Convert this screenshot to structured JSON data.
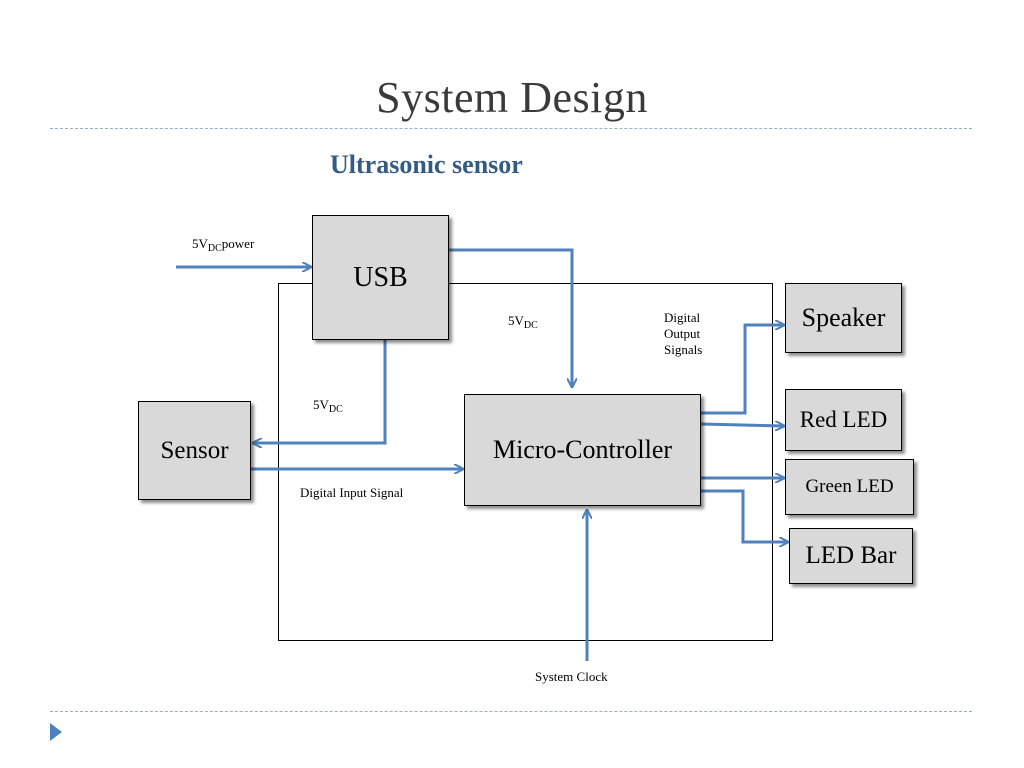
{
  "slide": {
    "title": "System Design",
    "subtitle": "Ultrasonic sensor"
  },
  "blocks": {
    "usb": "USB",
    "sensor": "Sensor",
    "micro": "Micro-Controller",
    "speaker": "Speaker",
    "red_led": "Red LED",
    "green_led": "Green LED",
    "led_bar": "LED Bar"
  },
  "labels": {
    "power_in": {
      "v": "5V",
      "sub": "DC",
      "rest": "power"
    },
    "usb_to_mcu": {
      "v": "5V",
      "sub": "DC"
    },
    "usb_to_sensor": {
      "v": "5V",
      "sub": "DC"
    },
    "digital_output": [
      "Digital",
      "Output",
      "Signals"
    ],
    "digital_input": "Digital Input Signal",
    "system_clock": "System Clock"
  },
  "colors": {
    "arrow": "#4f81bd",
    "block_fill": "#d9d9d9",
    "subtitle": "#355a86"
  }
}
